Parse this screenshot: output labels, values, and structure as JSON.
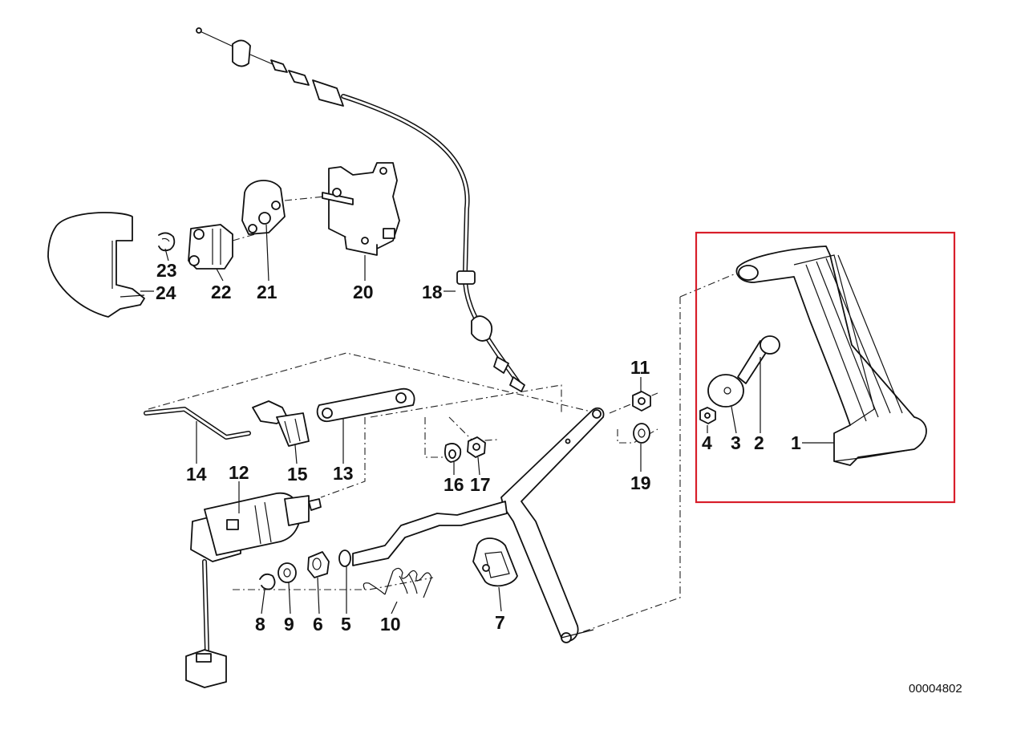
{
  "diagram": {
    "callouts": {
      "c1": "1",
      "c2": "2",
      "c3": "3",
      "c4": "4",
      "c5": "5",
      "c6": "6",
      "c7": "7",
      "c8": "8",
      "c9": "9",
      "c10": "10",
      "c11": "11",
      "c12": "12",
      "c13": "13",
      "c14": "14",
      "c15": "15",
      "c16": "16",
      "c17": "17",
      "c18": "18",
      "c19": "19",
      "c20": "20",
      "c21": "21",
      "c22": "22",
      "c23": "23",
      "c24": "24"
    },
    "reference_number": "00004802",
    "highlight_color": "#d81e2a"
  }
}
